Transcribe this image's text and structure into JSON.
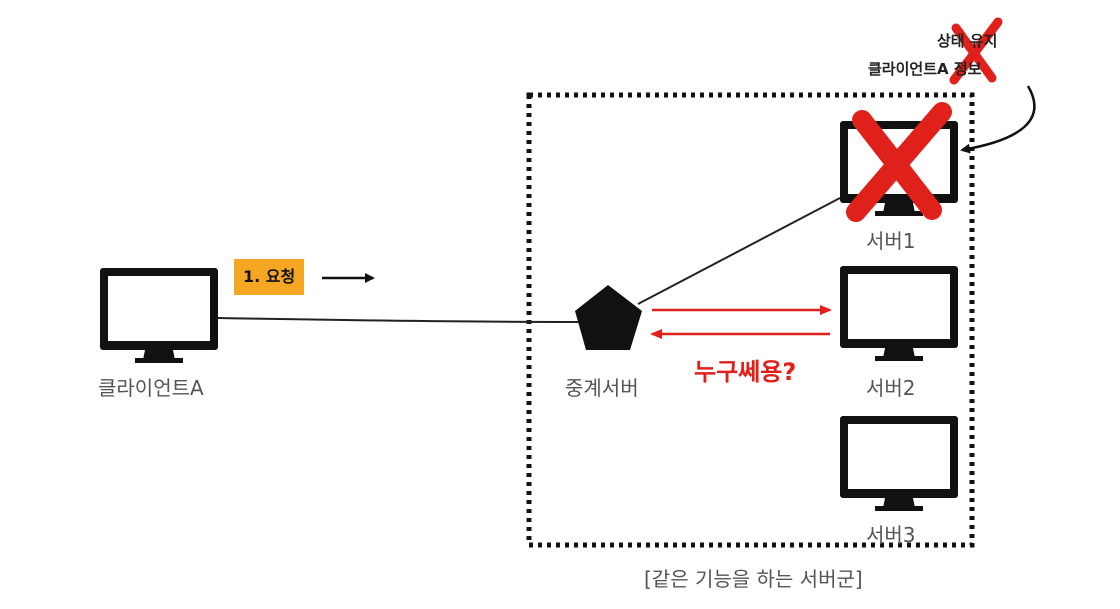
{
  "client": {
    "label": "클라이언트A"
  },
  "request_tag": {
    "label": "1. 요청"
  },
  "proxy": {
    "label": "중계서버"
  },
  "servers": [
    {
      "label": "서버1",
      "status": "down"
    },
    {
      "label": "서버2",
      "status": "up"
    },
    {
      "label": "서버3",
      "status": "up"
    }
  ],
  "question": {
    "label": "누구쎄용?"
  },
  "note": {
    "line1": "상태 유지",
    "line2": "클라이언트A 정보"
  },
  "group": {
    "label": "[같은 기능을 하는 서버군]"
  },
  "colors": {
    "accent_red": "#e0211b",
    "tag_orange": "#f5a623",
    "ink": "#111111"
  }
}
